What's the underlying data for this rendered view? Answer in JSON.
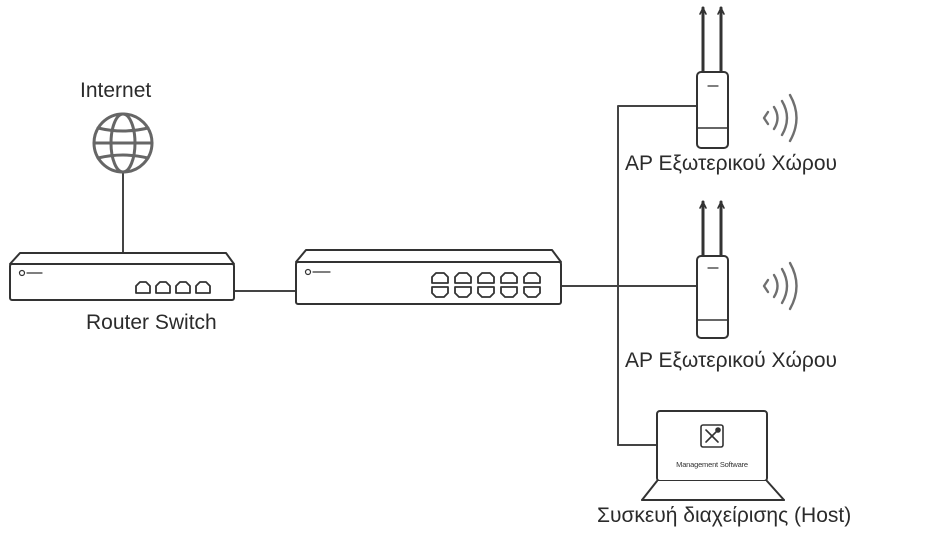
{
  "labels": {
    "internet": "Internet",
    "router_switch": "Router Switch",
    "ap_outdoor_1": "AP Εξωτερικού Χώρου",
    "ap_outdoor_2": "AP Εξωτερικού Χώρου",
    "management_host": "Συσκευή διαχείρισης (Host)",
    "management_software": "Management Software"
  },
  "colors": {
    "stroke": "#333333",
    "device_fill": "#ffffff",
    "signal": "#6f6f6f"
  },
  "icons": [
    "globe-icon",
    "wifi-signal-icon",
    "tools-icon"
  ]
}
